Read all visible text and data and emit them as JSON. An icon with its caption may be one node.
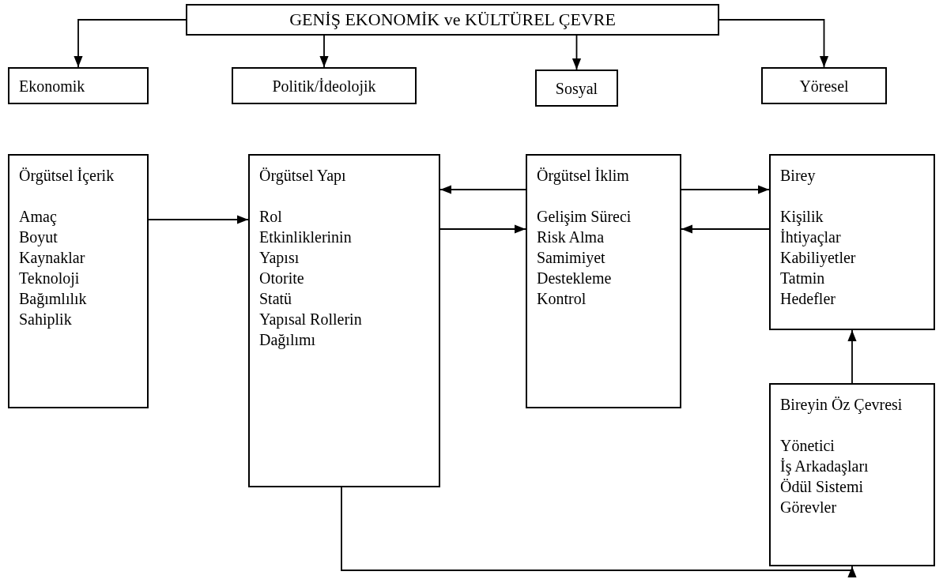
{
  "diagram": {
    "nodes": [
      {
        "text": [
          "GENİŞ EKONOMİK ve KÜLTÜREL ÇEVRE"
        ]
      },
      {
        "text": [
          "Ekonomik"
        ]
      },
      {
        "text": [
          "Politik/İdeolojik"
        ]
      },
      {
        "text": [
          "Sosyal"
        ]
      },
      {
        "text": [
          "Yöresel"
        ]
      },
      {
        "text": [
          "Örgütsel İçerik",
          "Amaç",
          "Boyut",
          "Kaynaklar",
          "Teknoloji",
          "Bağımlılık",
          "Sahiplik"
        ]
      },
      {
        "text": [
          "Örgütsel Yapı",
          "Rol Etkinliklerinin Yapısı",
          "Otorite",
          "Statü",
          "Yapısal Rollerin Dağılımı"
        ]
      },
      {
        "text": [
          "Örgütsel İklim",
          "Gelişim Süreci",
          "Risk Alma",
          "Samimiyet",
          "Destekleme",
          "Kontrol"
        ]
      },
      {
        "text": [
          "Birey",
          "Kişilik",
          "İhtiyaçlar",
          "Kabiliyetler",
          "Tatmin",
          "Hedefler"
        ]
      },
      {
        "text": [
          "Bireyin Öz Çevresi",
          "Yönetici",
          "İş Arkadaşları",
          "Ödül Sistemi",
          "Görevler"
        ]
      }
    ],
    "edges": [
      {
        "from": 0,
        "to": 1,
        "arrow": "to"
      },
      {
        "from": 0,
        "to": 2,
        "arrow": "to"
      },
      {
        "from": 0,
        "to": 3,
        "arrow": "to"
      },
      {
        "from": 0,
        "to": 4,
        "arrow": "to"
      },
      {
        "from": 5,
        "to": 6,
        "arrow": "to"
      },
      {
        "from": 7,
        "to": 6,
        "arrow": "to"
      },
      {
        "from": 6,
        "to": 7,
        "arrow": "to"
      },
      {
        "from": 7,
        "to": 8,
        "arrow": "to"
      },
      {
        "from": 8,
        "to": 7,
        "arrow": "to"
      },
      {
        "from": 9,
        "to": 8,
        "arrow": "to"
      },
      {
        "from": 6,
        "to": 9,
        "arrow": "to"
      }
    ]
  }
}
